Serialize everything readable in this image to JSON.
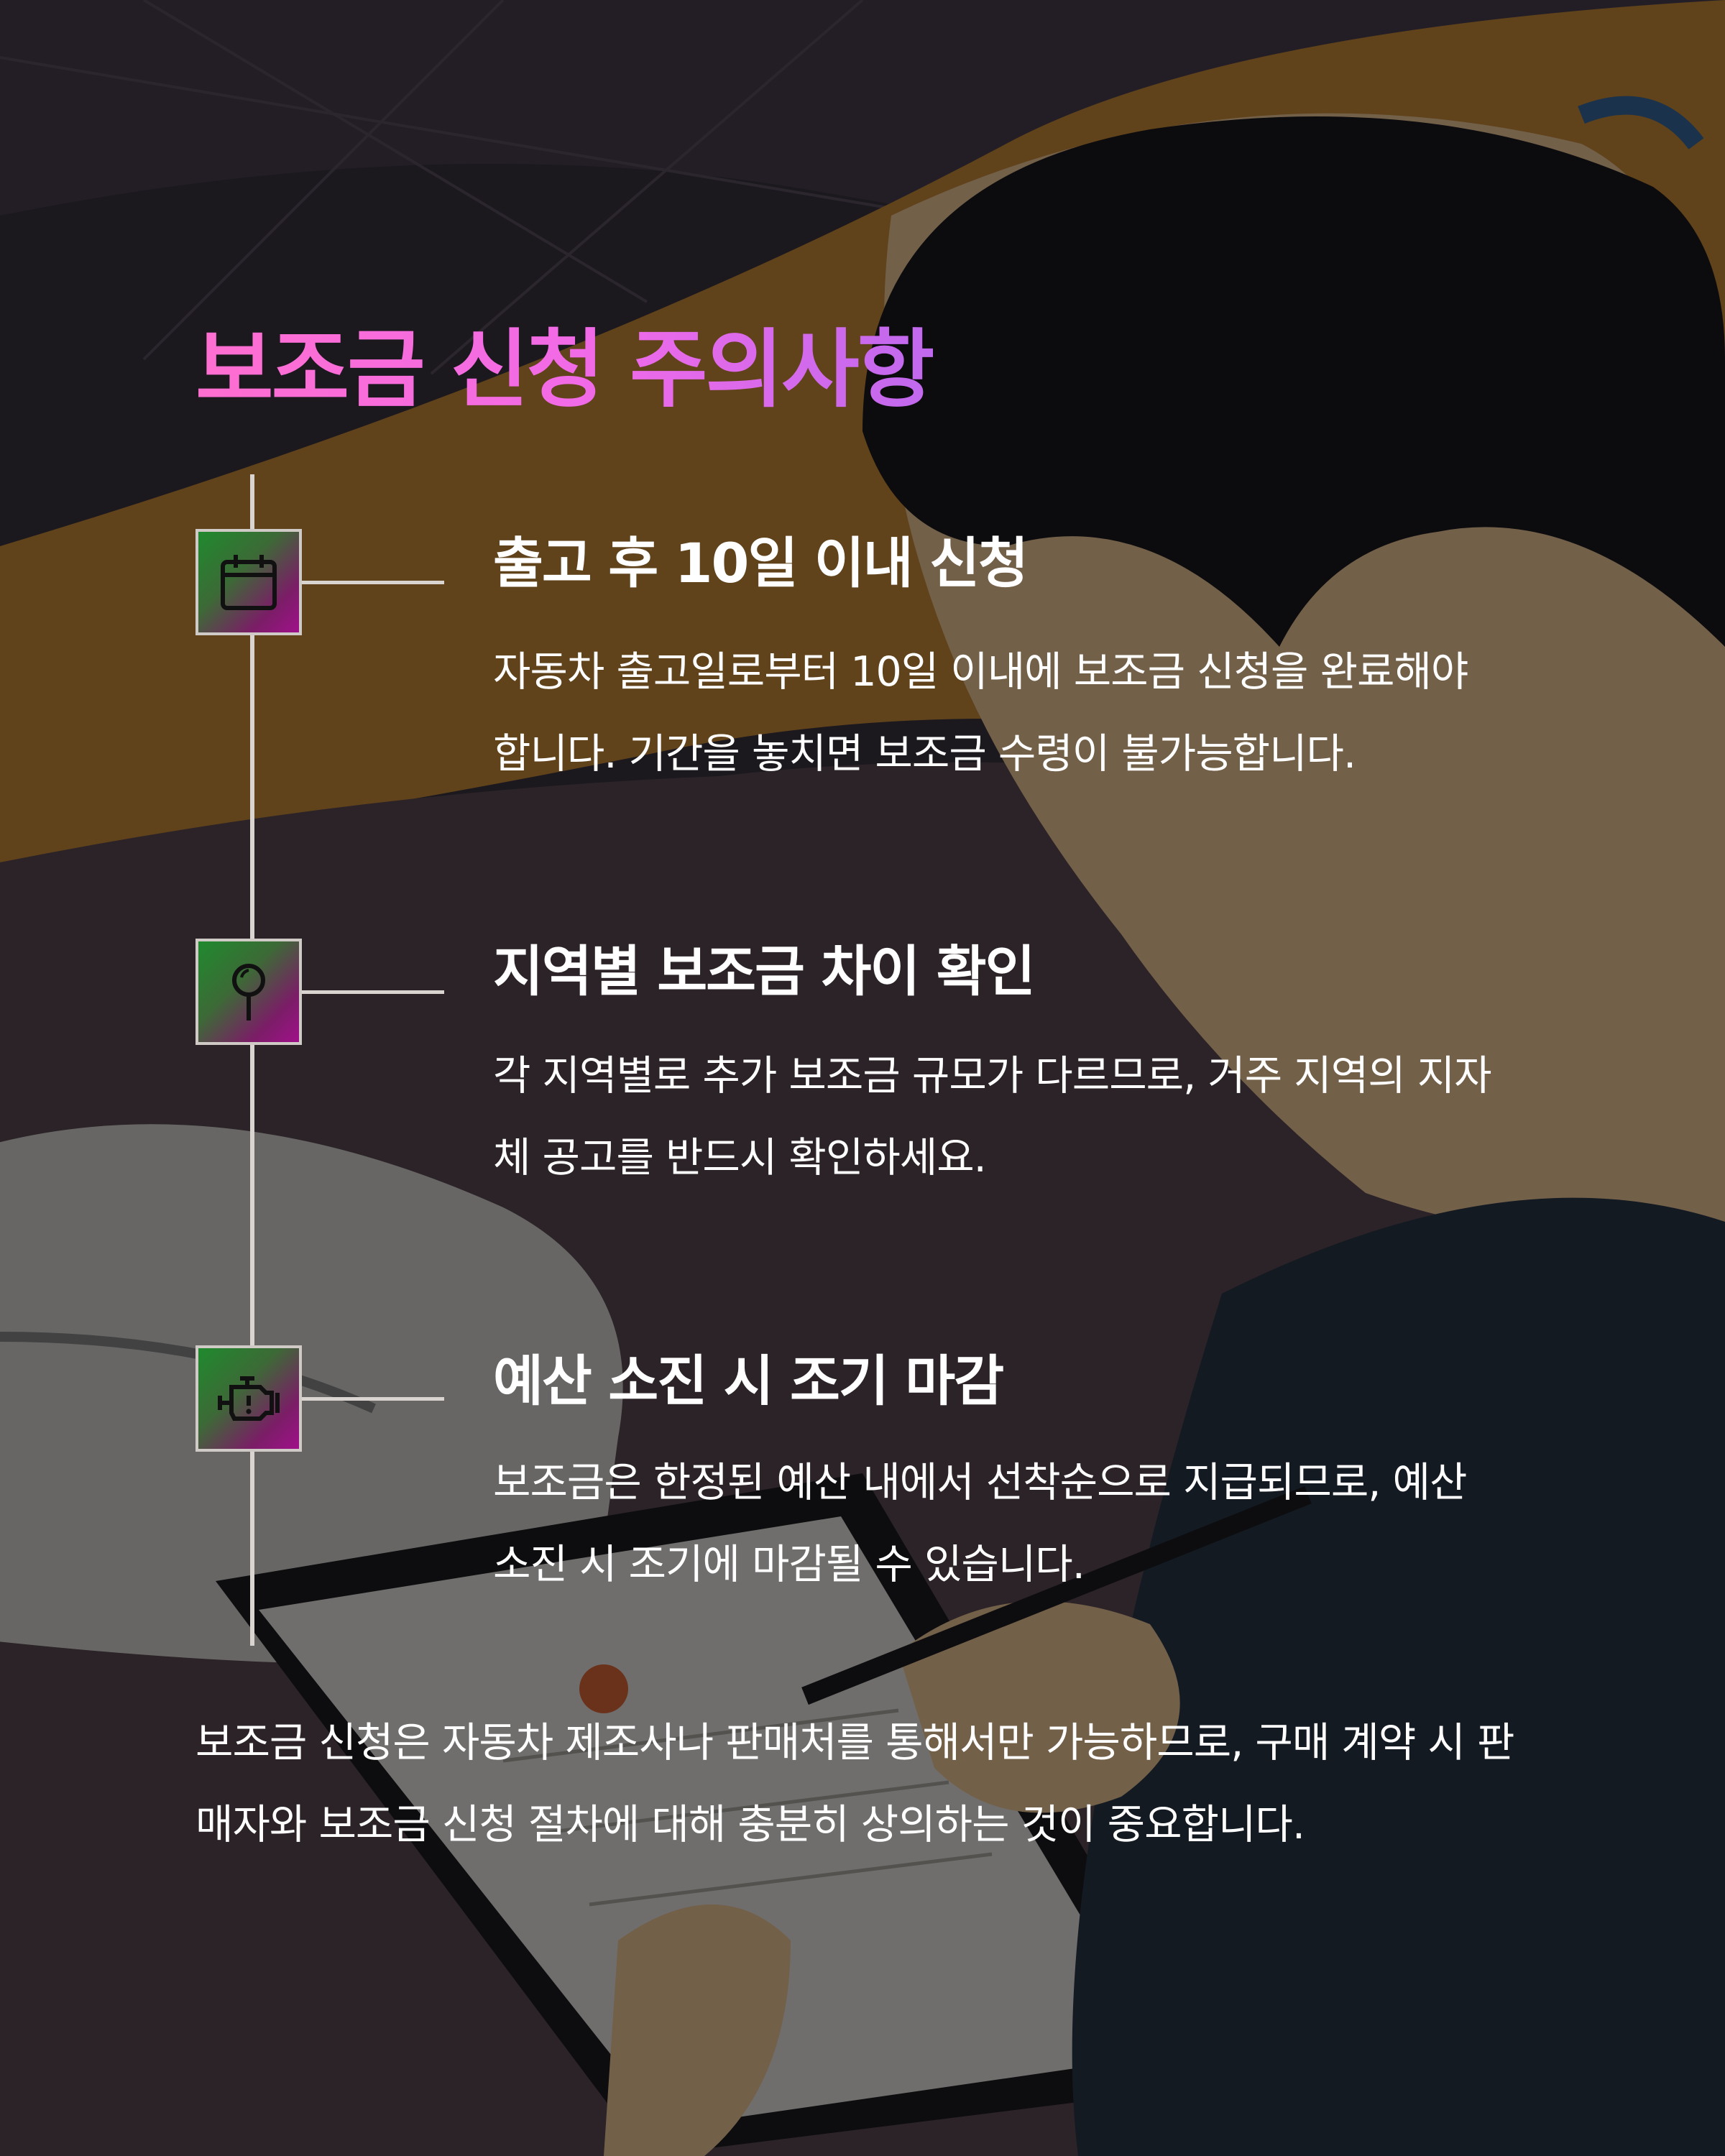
{
  "title": "보조금 신청 주의사항",
  "items": [
    {
      "icon": "calendar-icon",
      "title": "출고 후 10일 이내 신청",
      "description": "자동차 출고일로부터 10일 이내에 보조금 신청을 완료해야 합니다. 기간을 놓치면 보조금 수령이 불가능합니다."
    },
    {
      "icon": "map-pin-icon",
      "title": "지역별 보조금 차이 확인",
      "description": "각 지역별로 추가 보조금 규모가 다르므로, 거주 지역의 지자체 공고를 반드시 확인하세요."
    },
    {
      "icon": "engine-icon",
      "title": "예산 소진 시 조기 마감",
      "description": "보조금은 한정된 예산 내에서 선착순으로 지급되므로, 예산 소진 시 조기에 마감될 수 있습니다."
    }
  ],
  "footer": "보조금 신청은 자동차 제조사나 판매처를 통해서만 가능하므로, 구매 계약 시 판매자와 보조금 신청 절차에 대해 충분히 상의하는 것이 중요합니다.",
  "colors": {
    "title_gradient_start": "#ff6fd0",
    "title_gradient_end": "#c069ee",
    "icon_gradient_start": "#1f8a2e",
    "icon_gradient_end": "#a0108a",
    "text": "#ffffff",
    "line": "#d9d4d0"
  }
}
